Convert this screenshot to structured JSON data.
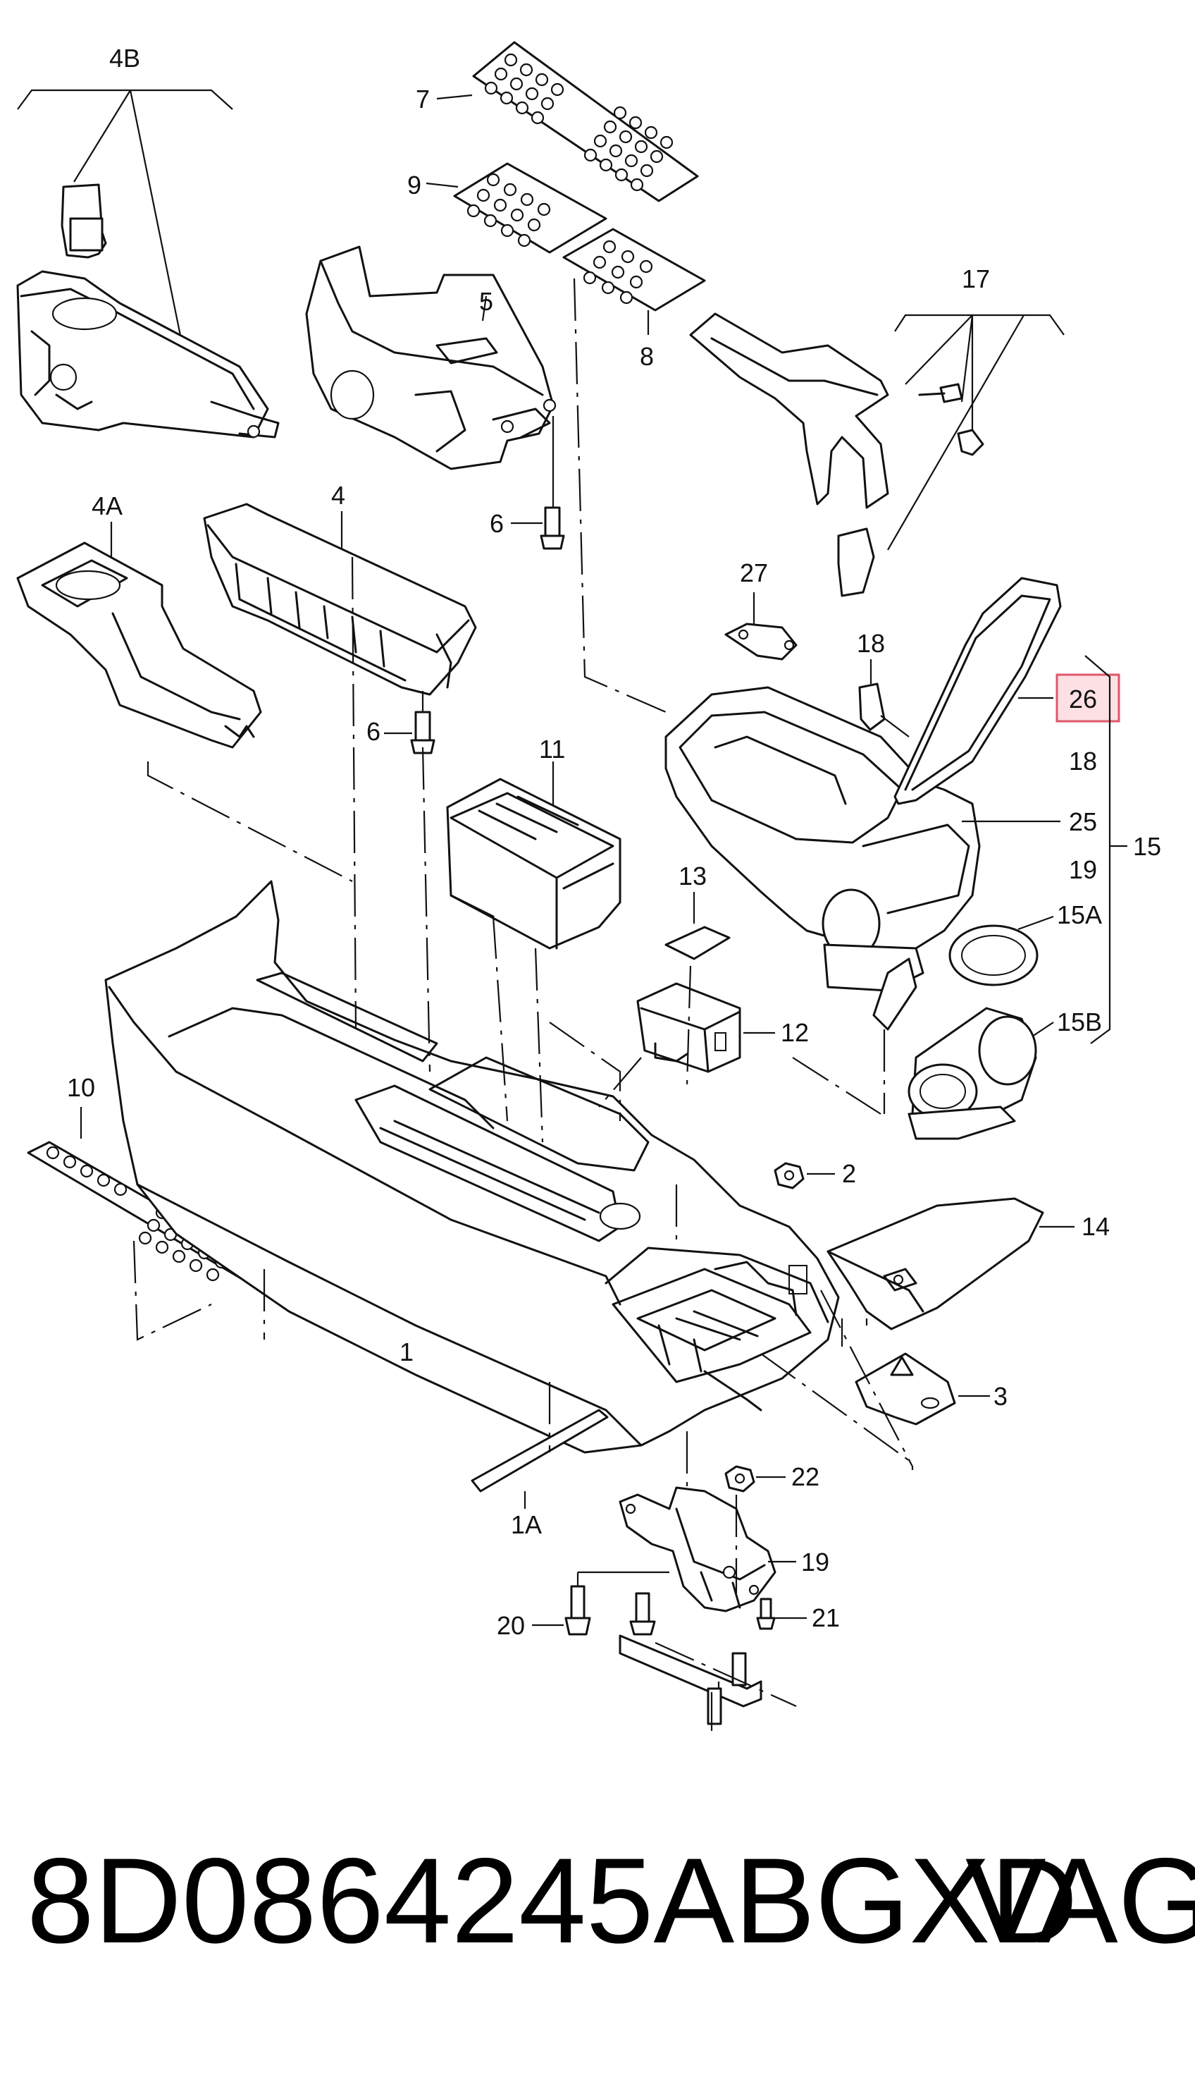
{
  "diagram": {
    "callouts": {
      "c4B": "4B",
      "c7": "7",
      "c9": "9",
      "c5": "5",
      "c8": "8",
      "c17": "17",
      "c4A": "4A",
      "c4": "4",
      "c6a": "6",
      "c6b": "6",
      "c27": "27",
      "c18a": "18",
      "c26": "26",
      "c18b": "18",
      "c25": "25",
      "c15": "15",
      "c19a": "19",
      "c15A": "15A",
      "c15B": "15B",
      "c11": "11",
      "c13": "13",
      "c12": "12",
      "c10": "10",
      "c2": "2",
      "c14": "14",
      "c1": "1",
      "c3": "3",
      "c1A": "1A",
      "c22": "22",
      "c19b": "19",
      "c20": "20",
      "c21": "21"
    },
    "highlighted_callout": "26",
    "highlight_color": "#e0566b"
  },
  "footer": {
    "part_number": "8D0864245ABGXD",
    "brand": "VAG"
  }
}
